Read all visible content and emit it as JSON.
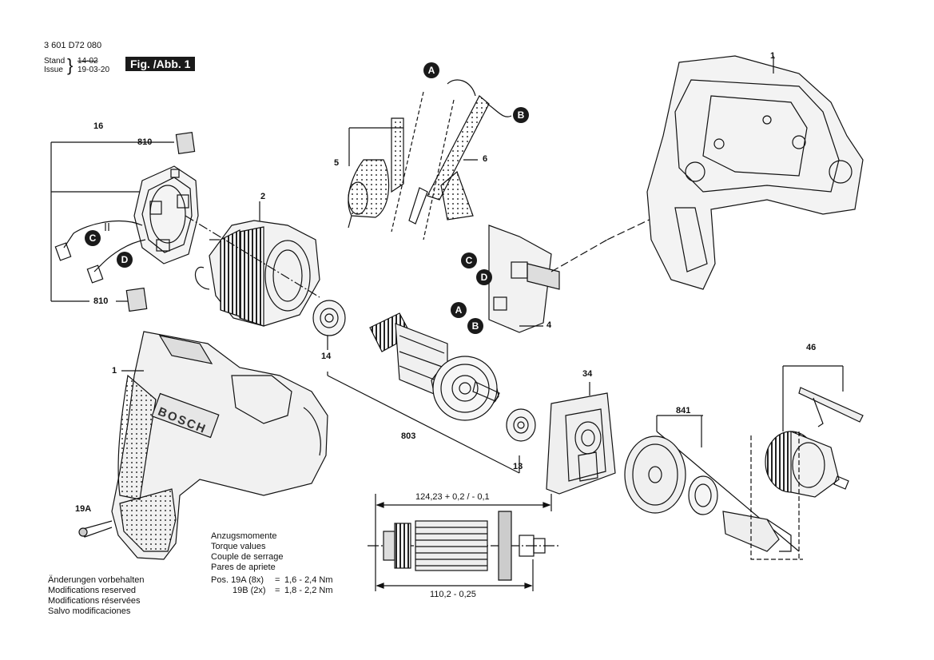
{
  "header": {
    "part_number": "3 601 D72 080",
    "stand_label": "Stand",
    "stand_value": "14-02",
    "issue_label": "Issue",
    "issue_value": "19-03-20",
    "figure_label": "Fig. /Abb. 1"
  },
  "part_labels": {
    "p1_top": "1",
    "p1_left": "1",
    "p2": "2",
    "p4": "4",
    "p5": "5",
    "p6": "6",
    "p13": "13",
    "p14": "14",
    "p16": "16",
    "p19a": "19A",
    "p34": "34",
    "p46": "46",
    "p803": "803",
    "p810_top": "810",
    "p810_bottom": "810",
    "p841": "841"
  },
  "connectors": {
    "a_top": "A",
    "b_top": "B",
    "c_left": "C",
    "d_left": "D",
    "c_switch": "C",
    "d_switch": "D",
    "a_switch": "A",
    "b_switch": "B"
  },
  "brand_text": "BOSCH",
  "dimensions": {
    "top": "124,23 + 0,2 / - 0,1",
    "bottom": "110,2 - 0,25"
  },
  "torque": {
    "lines": [
      "Anzugsmomente",
      "Torque values",
      "Couple de serrage",
      "Pares de apriete"
    ],
    "row1_pos": "Pos. 19A (8x)",
    "row1_eq": "=",
    "row1_val": "1,6  -  2,4 Nm",
    "row2_pos": "19B (2x)",
    "row2_eq": "=",
    "row2_val": "1,8  -  2,2 Nm"
  },
  "footer_notes": [
    "Änderungen vorbehalten",
    "Modifications reserved",
    "Modifications réservées",
    "Salvo modificaciones"
  ]
}
